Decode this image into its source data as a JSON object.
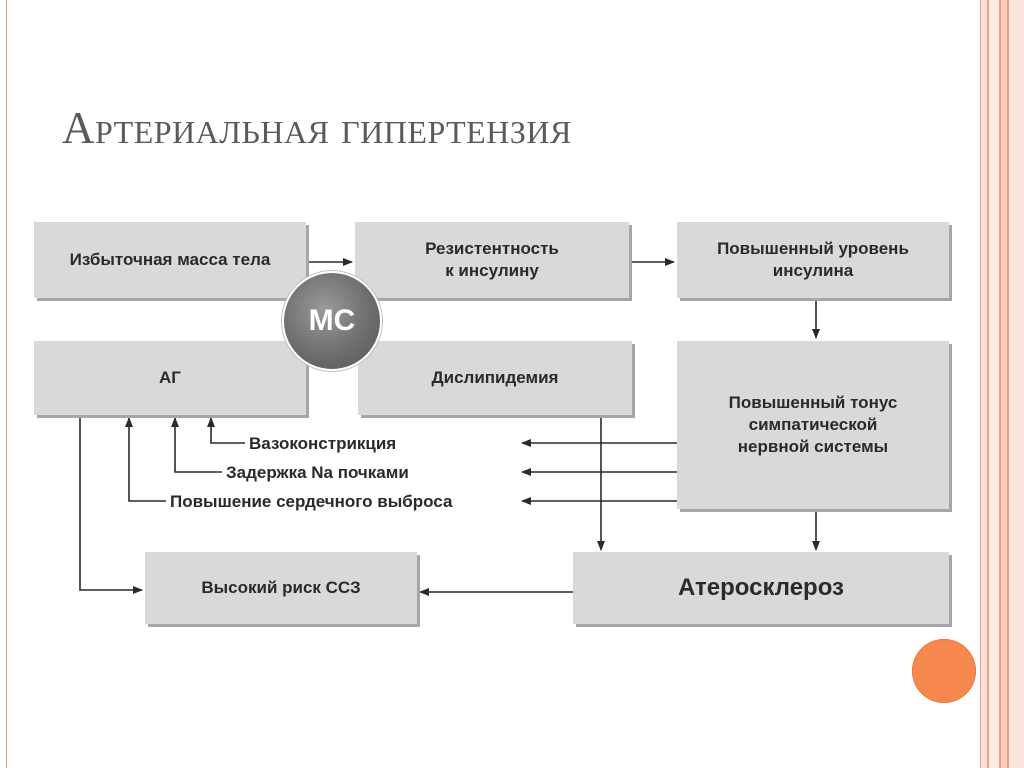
{
  "slide": {
    "title": "Артериальная гипертензия"
  },
  "diagram": {
    "boxes": {
      "excess_weight": "Избыточная масса тела",
      "insulin_resistance": [
        "Резистентность",
        "к инсулину"
      ],
      "high_insulin": [
        "Повышенный уровень",
        "инсулина"
      ],
      "ag": "АГ",
      "dyslipidemia": "Дислипидемия",
      "sympathetic_tone": [
        "Повышенный тонус",
        "симпатической",
        "нервной системы"
      ],
      "high_cvd_risk": "Высокий риск ССЗ",
      "atherosclerosis": "Атеросклероз"
    },
    "center_badge": "МС",
    "mechanisms": {
      "vasoconstriction": "Вазоконстрикция",
      "sodium_retention": "Задержка Na почками",
      "cardiac_output": "Повышение сердечного выброса"
    }
  },
  "colors": {
    "box_fill": "#d9d9d9",
    "box_shadow": "#a6a6a6",
    "ms_circle": "#6e6e6e",
    "accent_dot": "#f68850",
    "title_text": "#5a5a5a",
    "frame_stripe": "#e7a389"
  }
}
